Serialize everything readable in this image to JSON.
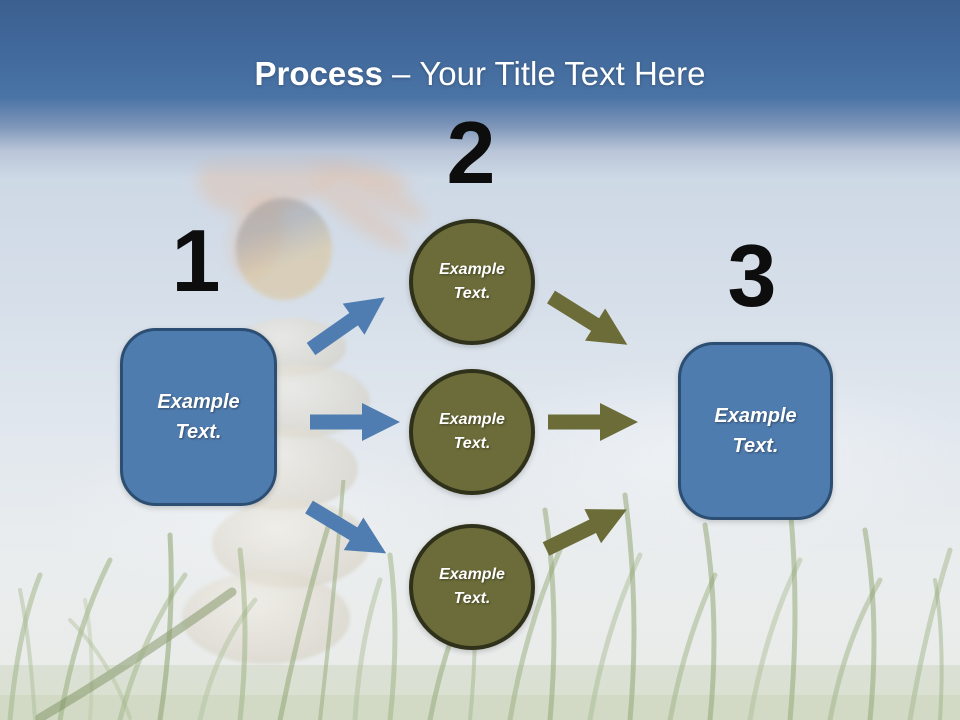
{
  "title": {
    "emphasis": "Process",
    "separator": "–",
    "text": "Your Title Text Here"
  },
  "steps": {
    "one": {
      "number": "1"
    },
    "two": {
      "number": "2"
    },
    "three": {
      "number": "3"
    }
  },
  "shapes": {
    "start_box": {
      "line1": "Example",
      "line2": "Text."
    },
    "end_box": {
      "line1": "Example",
      "line2": "Text."
    },
    "circle_top": {
      "line1": "Example",
      "line2": "Text."
    },
    "circle_middle": {
      "line1": "Example",
      "line2": "Text."
    },
    "circle_bottom": {
      "line1": "Example",
      "line2": "Text."
    }
  },
  "background": {
    "label": "Faded photo of a hand stacking balance stones above grass"
  },
  "colors": {
    "title_band": "#3b6090",
    "title_text": "#ffffff",
    "number_text": "#0d0d0d",
    "box_fill": "#4f7caf",
    "box_border": "#2c4e72",
    "circle_fill": "#6b6c39",
    "circle_border": "#30311a",
    "arrow_blue": "#4f7db2",
    "arrow_olive": "#6b6c38"
  }
}
